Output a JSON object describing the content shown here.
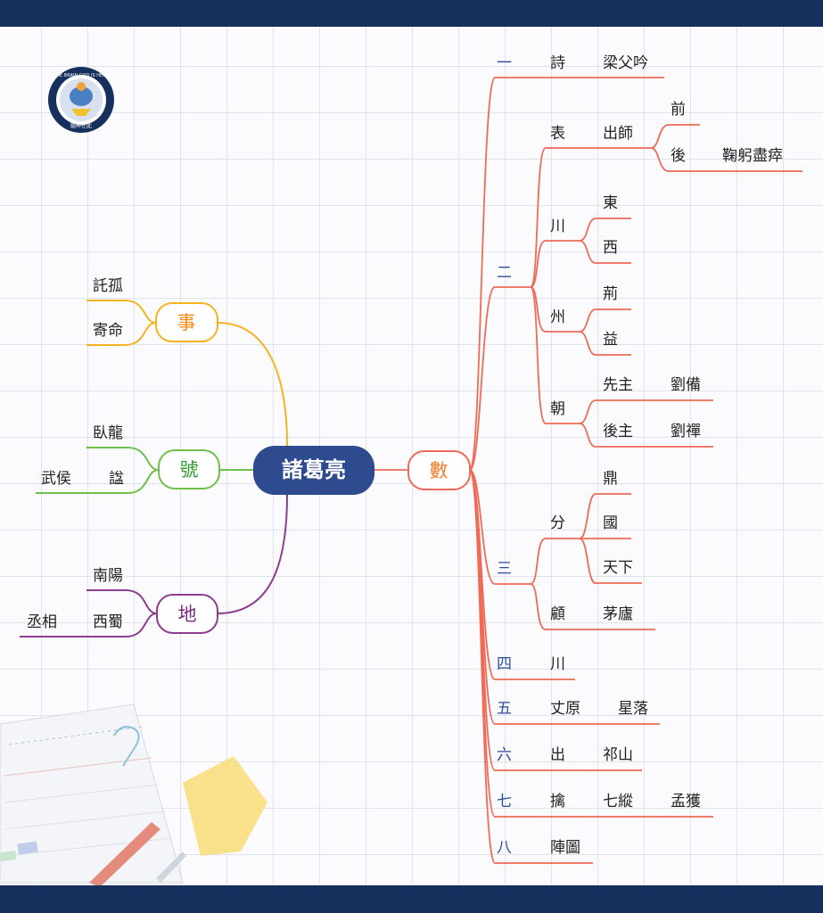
{
  "center": "諸葛亮",
  "logo_text": "THE BRAIN GOD IS HERE",
  "logo_caption": "腦神在此",
  "left_branches": {
    "shi": {
      "label": "事",
      "items": [
        "託孤",
        "寄命"
      ]
    },
    "hao": {
      "label": "號",
      "items": [
        "臥龍",
        "諡"
      ],
      "sub": "武侯"
    },
    "di": {
      "label": "地",
      "items": [
        "南陽",
        "西蜀"
      ],
      "sub": "丞相"
    }
  },
  "right": {
    "root": "數",
    "n1": {
      "num": "一",
      "a": "詩",
      "b": "梁父吟"
    },
    "n2": {
      "num": "二",
      "biao": {
        "label": "表",
        "sub": "出師",
        "qian": "前",
        "hou": "後",
        "hou_text": "鞠躬盡瘁"
      },
      "chuan": {
        "label": "川",
        "items": [
          "東",
          "西"
        ]
      },
      "zhou": {
        "label": "州",
        "items": [
          "荊",
          "益"
        ]
      },
      "chao": {
        "label": "朝",
        "r1a": "先主",
        "r1b": "劉備",
        "r2a": "後主",
        "r2b": "劉禪"
      }
    },
    "n3": {
      "num": "三",
      "fen": {
        "label": "分",
        "items": [
          "鼎",
          "國",
          "天下"
        ]
      },
      "gu": {
        "label": "顧",
        "sub": "茅廬"
      }
    },
    "n4": {
      "num": "四",
      "a": "川"
    },
    "n5": {
      "num": "五",
      "a": "丈原",
      "b": "星落"
    },
    "n6": {
      "num": "六",
      "a": "出",
      "b": "祁山"
    },
    "n7": {
      "num": "七",
      "a": "擒",
      "b": "七縱",
      "c": "孟獲"
    },
    "n8": {
      "num": "八",
      "a": "陣圖"
    }
  },
  "colors": {
    "navy": "#16305e",
    "right_line": "#ef6b57",
    "shi": "#f5b321",
    "hao": "#6fc04a",
    "di": "#8d3c8f",
    "num_text": "#2f4d9b"
  }
}
